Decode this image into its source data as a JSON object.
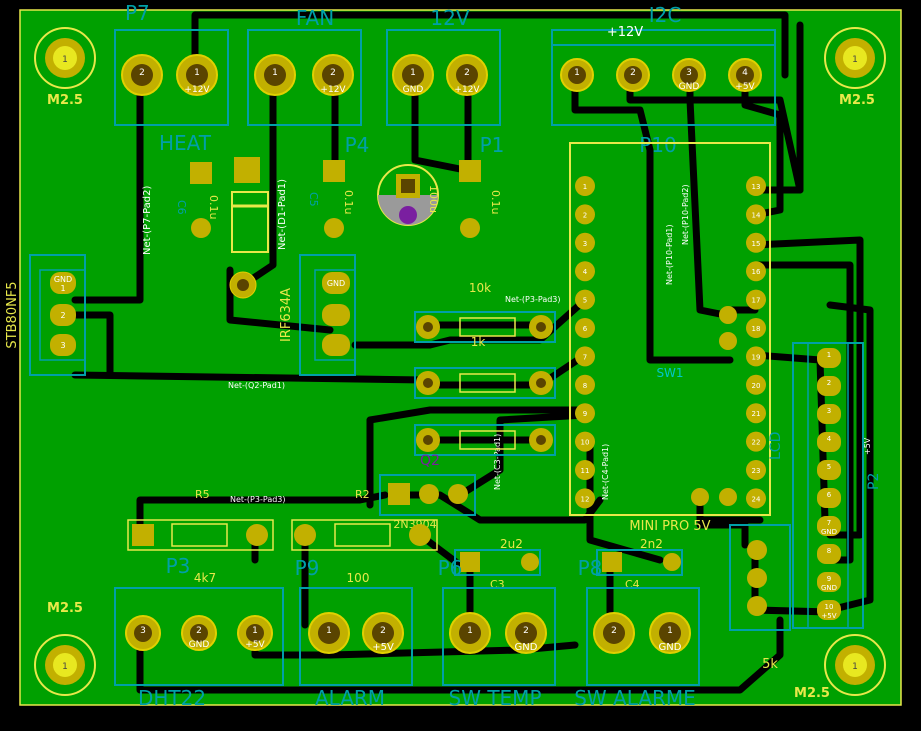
{
  "colors": {
    "board": "#008400",
    "copper_fill": "#00a000",
    "trace": "#000000",
    "silk": "#e8e84a",
    "pad_ring": "#c2b000",
    "pad_hole": "#5a4400",
    "courtyard": "#00a0a8",
    "net_label": "#ffffff",
    "ref_text": "#00c8c8",
    "via": "#7a1fa0"
  },
  "connectors": {
    "p7": {
      "ref": "P7",
      "value": "HEAT",
      "pins": [
        "2",
        "1"
      ],
      "pin_nets": [
        "",
        "+12V"
      ]
    },
    "fan": {
      "ref": "P4",
      "value": "FAN",
      "pins": [
        "1",
        "2"
      ],
      "pin_nets": [
        "",
        "+12V"
      ]
    },
    "p1": {
      "ref": "P1",
      "value": "12V",
      "pins": [
        "1",
        "2"
      ],
      "pin_nets": [
        "GND",
        "+12V"
      ]
    },
    "i2c": {
      "ref": "P10",
      "value": "I2C",
      "title": "+12V",
      "pins": [
        "1",
        "2",
        "3",
        "4"
      ],
      "pin_nets": [
        "",
        "",
        "GND",
        "+5V"
      ]
    },
    "p3": {
      "ref": "P3",
      "value": "DHT22",
      "pins": [
        "3",
        "2",
        "1"
      ],
      "pin_nets": [
        "",
        "GND",
        "+5V"
      ]
    },
    "p9": {
      "ref": "P9",
      "value": "ALARM",
      "pins": [
        "1",
        "2"
      ],
      "pin_nets": [
        "",
        "+5V"
      ]
    },
    "p6": {
      "ref": "P6",
      "value": "SW TEMP",
      "pins": [
        "1",
        "2"
      ],
      "pin_nets": [
        "",
        "GND"
      ]
    },
    "p8": {
      "ref": "P8",
      "value": "SW ALARME",
      "pins": [
        "2",
        "1"
      ],
      "pin_nets": [
        "",
        "GND"
      ]
    }
  },
  "mounting_holes": {
    "pad": "1",
    "label": "M2.5"
  },
  "regulator": {
    "ref": "STB80NF5",
    "pins": [
      "GND",
      "",
      ""
    ],
    "pin_numbers": [
      "1",
      "2",
      "3"
    ]
  },
  "mosfet": {
    "ref": "IRF634A",
    "pins": [
      "GND",
      "",
      ""
    ]
  },
  "labels": {
    "c6": "C6",
    "c6_val": "0.1u",
    "c5": "C5",
    "c5_val": "0.1u",
    "c2_val": "100u",
    "c1_val": "0.1u",
    "r10k": "10k",
    "r1k": "1k",
    "r5": "R5",
    "r5_val": "4k7",
    "r2": "R2",
    "r_100": "100",
    "q2": "2N3904",
    "q2_ref": "Q2",
    "sw1": "SW1",
    "mini_pro": "MINI PRO 5V",
    "lcd": "LCD",
    "p2": "P2",
    "c3": "C3",
    "c3_val": "2u2",
    "c4": "C4",
    "c4_val": "2n2",
    "r_5k": "5k",
    "plus5v": "+5V"
  },
  "net_labels": {
    "p7_pad2": "Net-(P7-Pad2)",
    "d1_pad1": "Net-(D1-Pad1)",
    "p3_pad3_a": "Net-(P3-Pad3)",
    "q2_pad1": "Net-(Q2-Pad1)",
    "p3_pad3_b": "Net-(P3-Pad3)",
    "p10_pad1": "Net-(P10-Pad1)",
    "p10_pad2": "Net-(P10-Pad2)",
    "c3_pad1": "Net-(C3-Pad1)",
    "c4_pad1": "Net-(C4-Pad1)"
  },
  "pro_mini_left_pins": [
    "1",
    "2",
    "3",
    "4",
    "5",
    "6",
    "7",
    "8",
    "9",
    "10",
    "11",
    "12"
  ],
  "pro_mini_right_pins": [
    "13",
    "14",
    "15",
    "16",
    "17",
    "18",
    "19",
    "20",
    "21",
    "22",
    "23",
    "24"
  ],
  "lcd_pins": [
    "1",
    "2",
    "3",
    "4",
    "5",
    "6",
    "7",
    "8",
    "9",
    "10"
  ],
  "lcd_pin_nets": [
    "",
    "",
    "",
    "",
    "",
    "",
    "GND",
    "",
    "GND",
    "+5V"
  ]
}
